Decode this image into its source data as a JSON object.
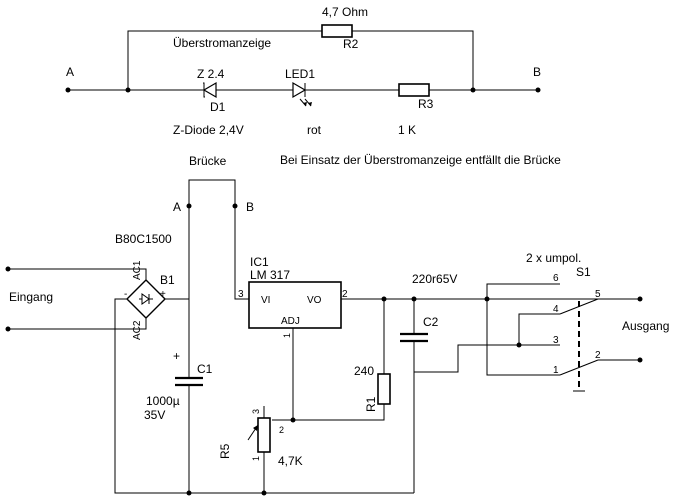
{
  "top": {
    "r2_value": "4,7 Ohm",
    "r2_ref": "R2",
    "title": "Überstromanzeige",
    "node_a": "A",
    "node_b": "B",
    "d1_value": "Z 2.4",
    "d1_ref": "D1",
    "d1_desc": "Z-Diode 2,4V",
    "led_ref": "LED1",
    "led_color": "rot",
    "r3_ref": "R3",
    "r3_value": "1 K",
    "bridge_label": "Brücke",
    "note": "Bei Einsatz der Überstromanzeige entfällt die Brücke"
  },
  "main": {
    "node_a": "A",
    "node_b": "B",
    "rectifier_type": "B80C1500",
    "rectifier_ref": "B1",
    "ac1": "AC1",
    "ac2": "AC2",
    "plus": "+",
    "minus": "-",
    "input_label": "Eingang",
    "c1_ref": "C1",
    "c1_value": "1000µ",
    "c1_voltage": "35V",
    "c1_plus": "+",
    "ic_ref": "IC1",
    "ic_type": "LM 317",
    "ic_vi": "VI",
    "ic_vo": "VO",
    "ic_adj": "ADJ",
    "ic_pin1": "1",
    "ic_pin2": "2",
    "ic_pin3": "3",
    "c2_value": "220r65V",
    "c2_ref": "C2",
    "r1_value": "240",
    "r1_ref": "R1",
    "r5_ref": "R5",
    "r5_value": "4,7K",
    "r5_pin1": "1",
    "r5_pin2": "2",
    "r5_pin3": "3",
    "switch_desc": "2 x umpol.",
    "switch_ref": "S1",
    "sw_pin1": "1",
    "sw_pin2": "2",
    "sw_pin3": "3",
    "sw_pin4": "4",
    "sw_pin5": "5",
    "sw_pin6": "6",
    "output_label": "Ausgang"
  }
}
